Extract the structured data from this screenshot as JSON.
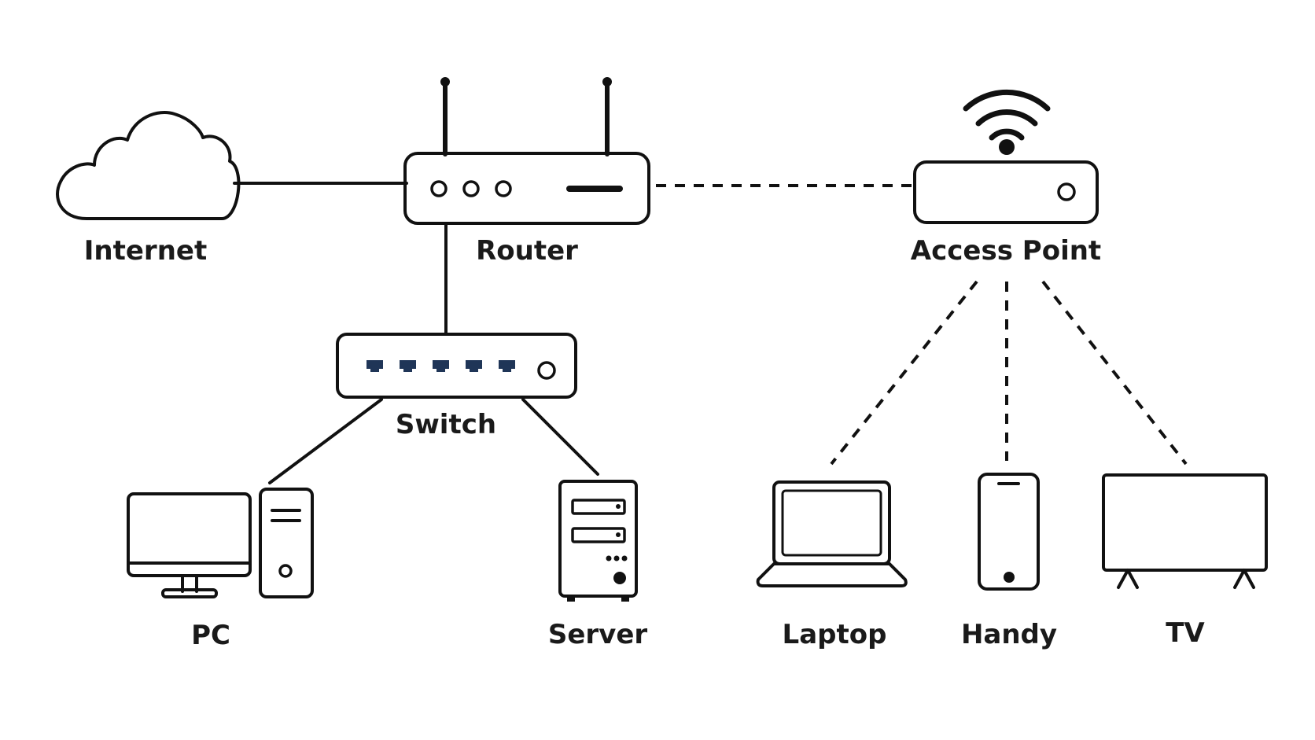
{
  "nodes": {
    "internet": {
      "label": "Internet",
      "icon": "cloud-icon",
      "color": "#FCD448"
    },
    "router": {
      "label": "Router",
      "icon": "router-icon",
      "color": "#2E9E91",
      "led_color": "#FCD448"
    },
    "access_point": {
      "label": "Access Point",
      "icon": "access-point-icon",
      "color": "#E84545"
    },
    "switch": {
      "label": "Switch",
      "icon": "switch-icon",
      "color": "#1F3557",
      "led_color": "#4CCB5A"
    },
    "pc": {
      "label": "PC",
      "icon": "desktop-pc-icon"
    },
    "server": {
      "label": "Server",
      "icon": "server-icon"
    },
    "laptop": {
      "label": "Laptop",
      "icon": "laptop-icon"
    },
    "handy": {
      "label": "Handy",
      "icon": "smartphone-icon"
    },
    "tv": {
      "label": "TV",
      "icon": "tv-icon"
    }
  },
  "links": [
    {
      "from": "internet",
      "to": "router",
      "style": "solid"
    },
    {
      "from": "router",
      "to": "access_point",
      "style": "dashed"
    },
    {
      "from": "router",
      "to": "switch",
      "style": "solid"
    },
    {
      "from": "switch",
      "to": "pc",
      "style": "solid"
    },
    {
      "from": "switch",
      "to": "server",
      "style": "solid"
    },
    {
      "from": "access_point",
      "to": "laptop",
      "style": "dashed"
    },
    {
      "from": "access_point",
      "to": "handy",
      "style": "dashed"
    },
    {
      "from": "access_point",
      "to": "tv",
      "style": "dashed"
    }
  ]
}
